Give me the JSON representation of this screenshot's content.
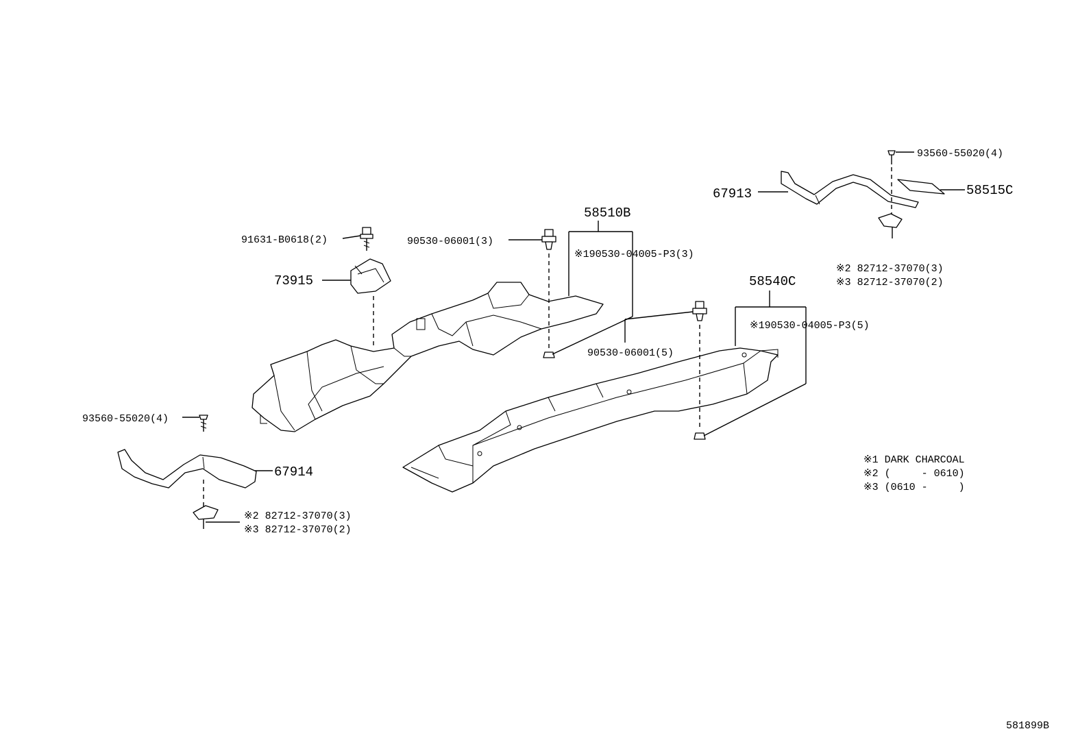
{
  "labels": {
    "p58510b": "58510B",
    "p58510b_sub": "※190530-04005-P3(3)",
    "p91631": "91631-B0618(2)",
    "p73915": "73915",
    "p90530_a": "90530-06001(3)",
    "p58540c": "58540C",
    "p58540c_sub": "※190530-04005-P3(5)",
    "p90530_b": "90530-06001(5)",
    "p93560_right": "93560-55020(4)",
    "p67913": "67913",
    "p58515c": "58515C",
    "p82712_right_a": "※2 82712-37070(3)",
    "p82712_right_b": "※3 82712-37070(2)",
    "p93560_left": "93560-55020(4)",
    "p67914": "67914",
    "p82712_left_a": "※2 82712-37070(3)",
    "p82712_left_b": "※3 82712-37070(2)"
  },
  "notes": {
    "n1": "※1 DARK CHARCOAL",
    "n2": "※2 (     - 0610)",
    "n3": "※3 (0610 -     )"
  },
  "figure_id": "581899B"
}
